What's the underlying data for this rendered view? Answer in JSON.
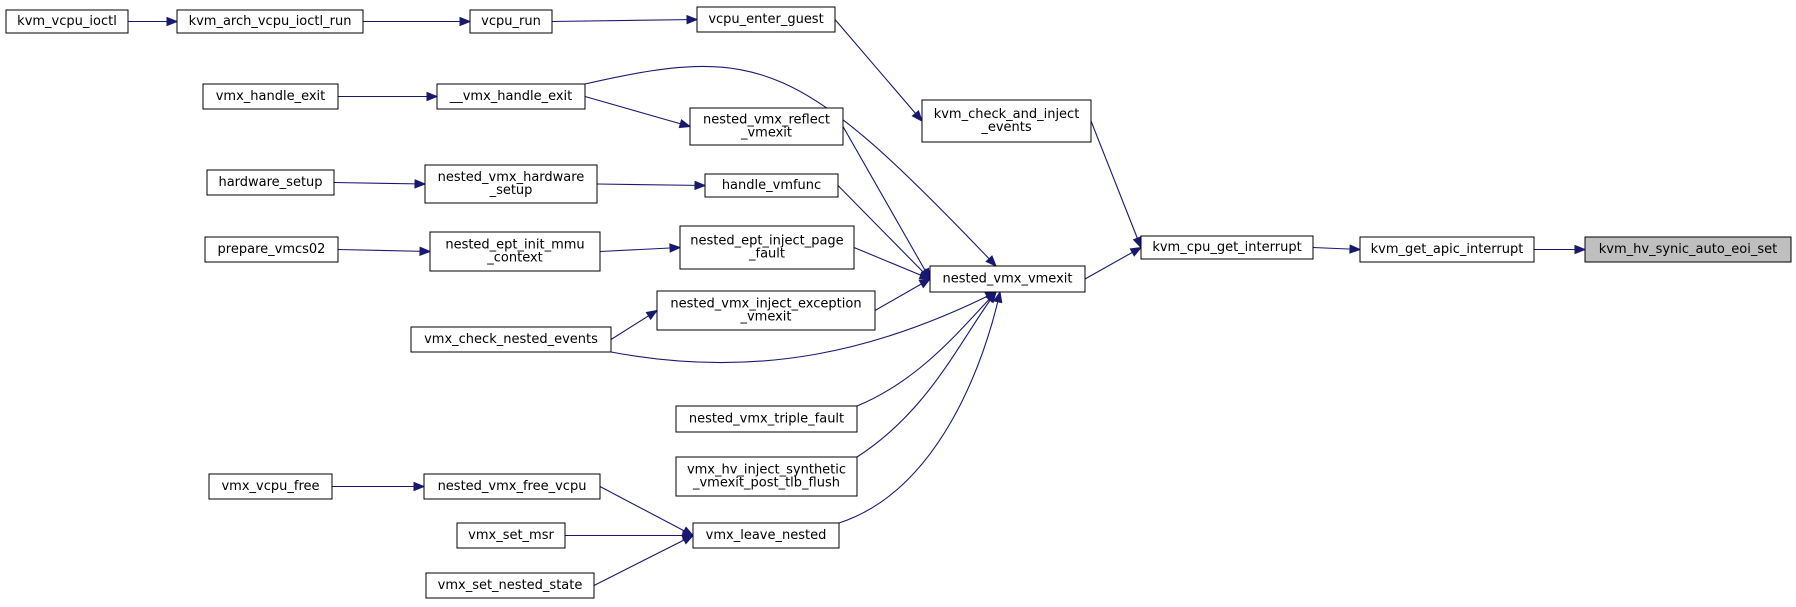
{
  "nodes": [
    {
      "id": "kvm_vcpu_ioctl",
      "lines": [
        "kvm_vcpu_ioctl"
      ]
    },
    {
      "id": "kvm_arch_vcpu_ioctl_run",
      "lines": [
        "kvm_arch_vcpu_ioctl_run"
      ]
    },
    {
      "id": "vcpu_run",
      "lines": [
        "vcpu_run"
      ]
    },
    {
      "id": "vcpu_enter_guest",
      "lines": [
        "vcpu_enter_guest"
      ]
    },
    {
      "id": "kvm_check_and_inject_events",
      "lines": [
        "kvm_check_and_inject",
        "_events"
      ]
    },
    {
      "id": "vmx_handle_exit",
      "lines": [
        "vmx_handle_exit"
      ]
    },
    {
      "id": "__vmx_handle_exit",
      "lines": [
        "__vmx_handle_exit"
      ]
    },
    {
      "id": "nested_vmx_reflect_vmexit",
      "lines": [
        "nested_vmx_reflect",
        "_vmexit"
      ]
    },
    {
      "id": "hardware_setup",
      "lines": [
        "hardware_setup"
      ]
    },
    {
      "id": "nested_vmx_hardware_setup",
      "lines": [
        "nested_vmx_hardware",
        "_setup"
      ]
    },
    {
      "id": "handle_vmfunc",
      "lines": [
        "handle_vmfunc"
      ]
    },
    {
      "id": "prepare_vmcs02",
      "lines": [
        "prepare_vmcs02"
      ]
    },
    {
      "id": "nested_ept_init_mmu_context",
      "lines": [
        "nested_ept_init_mmu",
        "_context"
      ]
    },
    {
      "id": "nested_ept_inject_page_fault",
      "lines": [
        "nested_ept_inject_page",
        "_fault"
      ]
    },
    {
      "id": "nested_vmx_vmexit",
      "lines": [
        "nested_vmx_vmexit"
      ]
    },
    {
      "id": "kvm_cpu_get_interrupt",
      "lines": [
        "kvm_cpu_get_interrupt"
      ]
    },
    {
      "id": "kvm_get_apic_interrupt",
      "lines": [
        "kvm_get_apic_interrupt"
      ]
    },
    {
      "id": "kvm_hv_synic_auto_eoi_set",
      "lines": [
        "kvm_hv_synic_auto_eoi_set"
      ],
      "highlight": true
    },
    {
      "id": "nested_vmx_inject_exception_vmexit",
      "lines": [
        "nested_vmx_inject_exception",
        "_vmexit"
      ]
    },
    {
      "id": "vmx_check_nested_events",
      "lines": [
        "vmx_check_nested_events"
      ]
    },
    {
      "id": "nested_vmx_triple_fault",
      "lines": [
        "nested_vmx_triple_fault"
      ]
    },
    {
      "id": "vmx_hv_inject_synthetic_vmexit_post_tlb_flush",
      "lines": [
        "vmx_hv_inject_synthetic",
        "_vmexit_post_tlb_flush"
      ]
    },
    {
      "id": "vmx_vcpu_free",
      "lines": [
        "vmx_vcpu_free"
      ]
    },
    {
      "id": "nested_vmx_free_vcpu",
      "lines": [
        "nested_vmx_free_vcpu"
      ]
    },
    {
      "id": "vmx_set_msr",
      "lines": [
        "vmx_set_msr"
      ]
    },
    {
      "id": "vmx_leave_nested",
      "lines": [
        "vmx_leave_nested"
      ]
    },
    {
      "id": "vmx_set_nested_state",
      "lines": [
        "vmx_set_nested_state"
      ]
    }
  ],
  "edges": [
    {
      "from": "kvm_vcpu_ioctl",
      "to": "kvm_arch_vcpu_ioctl_run"
    },
    {
      "from": "kvm_arch_vcpu_ioctl_run",
      "to": "vcpu_run"
    },
    {
      "from": "vcpu_run",
      "to": "vcpu_enter_guest"
    },
    {
      "from": "vcpu_enter_guest",
      "to": "kvm_check_and_inject_events"
    },
    {
      "from": "kvm_check_and_inject_events",
      "to": "kvm_cpu_get_interrupt"
    },
    {
      "from": "vmx_handle_exit",
      "to": "__vmx_handle_exit"
    },
    {
      "from": "__vmx_handle_exit",
      "to": "nested_vmx_reflect_vmexit"
    },
    {
      "from": "__vmx_handle_exit",
      "to": "nested_vmx_vmexit"
    },
    {
      "from": "nested_vmx_reflect_vmexit",
      "to": "nested_vmx_vmexit"
    },
    {
      "from": "hardware_setup",
      "to": "nested_vmx_hardware_setup"
    },
    {
      "from": "nested_vmx_hardware_setup",
      "to": "handle_vmfunc"
    },
    {
      "from": "handle_vmfunc",
      "to": "nested_vmx_vmexit"
    },
    {
      "from": "prepare_vmcs02",
      "to": "nested_ept_init_mmu_context"
    },
    {
      "from": "nested_ept_init_mmu_context",
      "to": "nested_ept_inject_page_fault"
    },
    {
      "from": "nested_ept_inject_page_fault",
      "to": "nested_vmx_vmexit"
    },
    {
      "from": "nested_vmx_vmexit",
      "to": "kvm_cpu_get_interrupt"
    },
    {
      "from": "kvm_cpu_get_interrupt",
      "to": "kvm_get_apic_interrupt"
    },
    {
      "from": "kvm_get_apic_interrupt",
      "to": "kvm_hv_synic_auto_eoi_set"
    },
    {
      "from": "nested_vmx_inject_exception_vmexit",
      "to": "nested_vmx_vmexit"
    },
    {
      "from": "vmx_check_nested_events",
      "to": "nested_vmx_inject_exception_vmexit"
    },
    {
      "from": "vmx_check_nested_events",
      "to": "nested_vmx_vmexit"
    },
    {
      "from": "nested_vmx_triple_fault",
      "to": "nested_vmx_vmexit"
    },
    {
      "from": "vmx_hv_inject_synthetic_vmexit_post_tlb_flush",
      "to": "nested_vmx_vmexit"
    },
    {
      "from": "vmx_leave_nested",
      "to": "nested_vmx_vmexit"
    },
    {
      "from": "vmx_vcpu_free",
      "to": "nested_vmx_free_vcpu"
    },
    {
      "from": "nested_vmx_free_vcpu",
      "to": "vmx_leave_nested"
    },
    {
      "from": "vmx_set_msr",
      "to": "vmx_leave_nested"
    },
    {
      "from": "vmx_set_nested_state",
      "to": "vmx_leave_nested"
    }
  ],
  "colors": {
    "edge": "#191970",
    "highlight_fill": "#bfbfbf",
    "node_fill": "#ffffff",
    "node_stroke": "#000000"
  }
}
